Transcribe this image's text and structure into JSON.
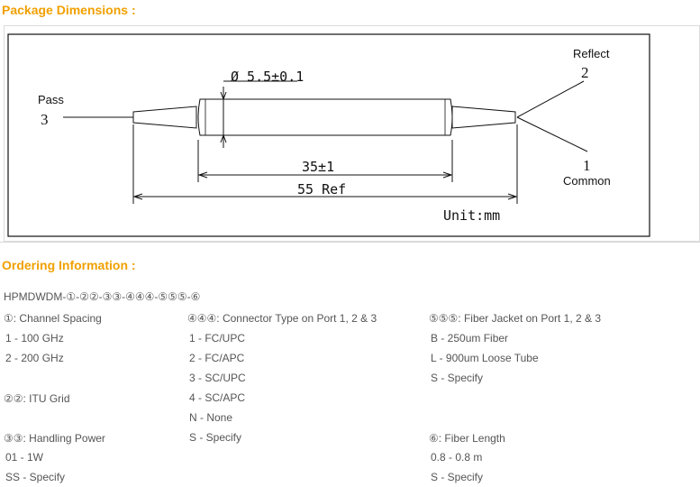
{
  "package": {
    "heading": "Package Dimensions :",
    "labels": {
      "reflect": "Reflect",
      "reflect_num": "2",
      "pass": "Pass",
      "pass_num": "3",
      "common_num": "1",
      "common": "Common",
      "diameter": "Ø 5.5±0.1",
      "body_length": "35±1",
      "total_length": "55 Ref",
      "unit": "Unit:mm"
    }
  },
  "ordering": {
    "heading": "Ordering Information :",
    "part_number": "HPMDWDM-①-②②-③③-④④④-⑤⑤⑤-⑥",
    "col1": [
      "①: Channel Spacing",
      "1 - 100 GHz",
      "2 - 200 GHz",
      "",
      "②②: ITU Grid",
      "",
      "③③: Handling Power",
      "01  - 1W",
      "SS - Specify"
    ],
    "col2": [
      "④④④: Connector Type on Port 1, 2 & 3",
      "1 - FC/UPC",
      "2 - FC/APC",
      "3 - SC/UPC",
      "4 - SC/APC",
      "N - None",
      "S - Specify"
    ],
    "col3": [
      "⑤⑤⑤: Fiber Jacket on Port 1, 2 & 3",
      "B - 250um Fiber",
      "L - 900um Loose Tube",
      "S - Specify",
      "",
      "",
      "⑥: Fiber Length",
      "0.8 - 0.8 m",
      "S - Specify"
    ]
  }
}
